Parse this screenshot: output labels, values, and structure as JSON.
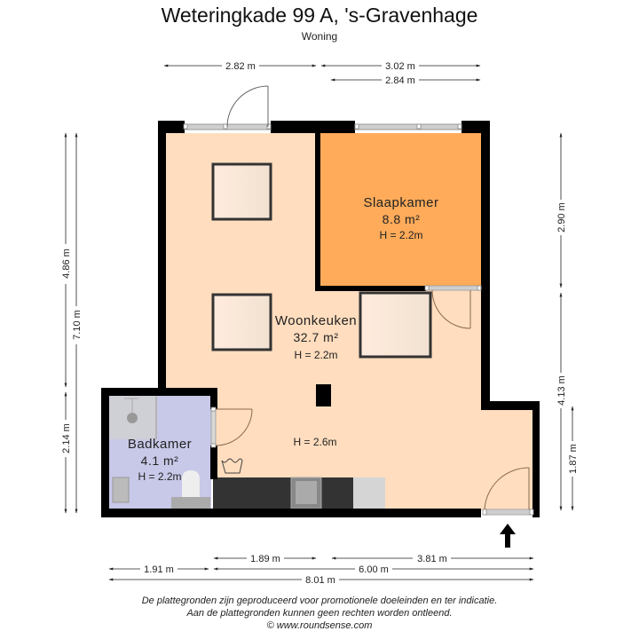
{
  "header": {
    "title": "Weteringkade 99 A, 's-Gravenhage",
    "subtitle": "Woning"
  },
  "rooms": [
    {
      "name": "Slaapkamer",
      "area": "8.8 m²",
      "height": "H = 2.2m",
      "color": "#FFAB5A"
    },
    {
      "name": "Woonkeuken",
      "area": "32.7 m²",
      "height": "H = 2.2m",
      "height_lower": "H = 2.6m",
      "color": "#FFDDBE"
    },
    {
      "name": "Badkamer",
      "area": "4.1 m²",
      "height": "H = 2.2m",
      "color": "#C8C8E8"
    }
  ],
  "dimensions": {
    "top": [
      "2.82 m",
      "3.02 m",
      "2.84 m"
    ],
    "left": [
      "4.86 m",
      "7.10 m",
      "2.14 m"
    ],
    "right": [
      "2.90 m",
      "4.13 m",
      "1.87 m"
    ],
    "bottom": [
      "1.89 m",
      "3.81 m",
      "1.91 m",
      "6.00 m",
      "8.01 m"
    ]
  },
  "entrance": {
    "icon": "entrance-arrow-icon"
  },
  "footer": {
    "line1": "De plattegronden zijn geproduceerd voor promotionele doeleinden en ter indicatie.",
    "line2": "Aan de plattegronden kunnen geen rechten worden ontleend.",
    "line3": "© www.roundsense.com"
  },
  "colors": {
    "wall": "#000000",
    "woonkeuken": "#FFDDBE",
    "slaapkamer": "#FFAB5A",
    "badkamer": "#C8C8E8",
    "counter": "#333333"
  }
}
